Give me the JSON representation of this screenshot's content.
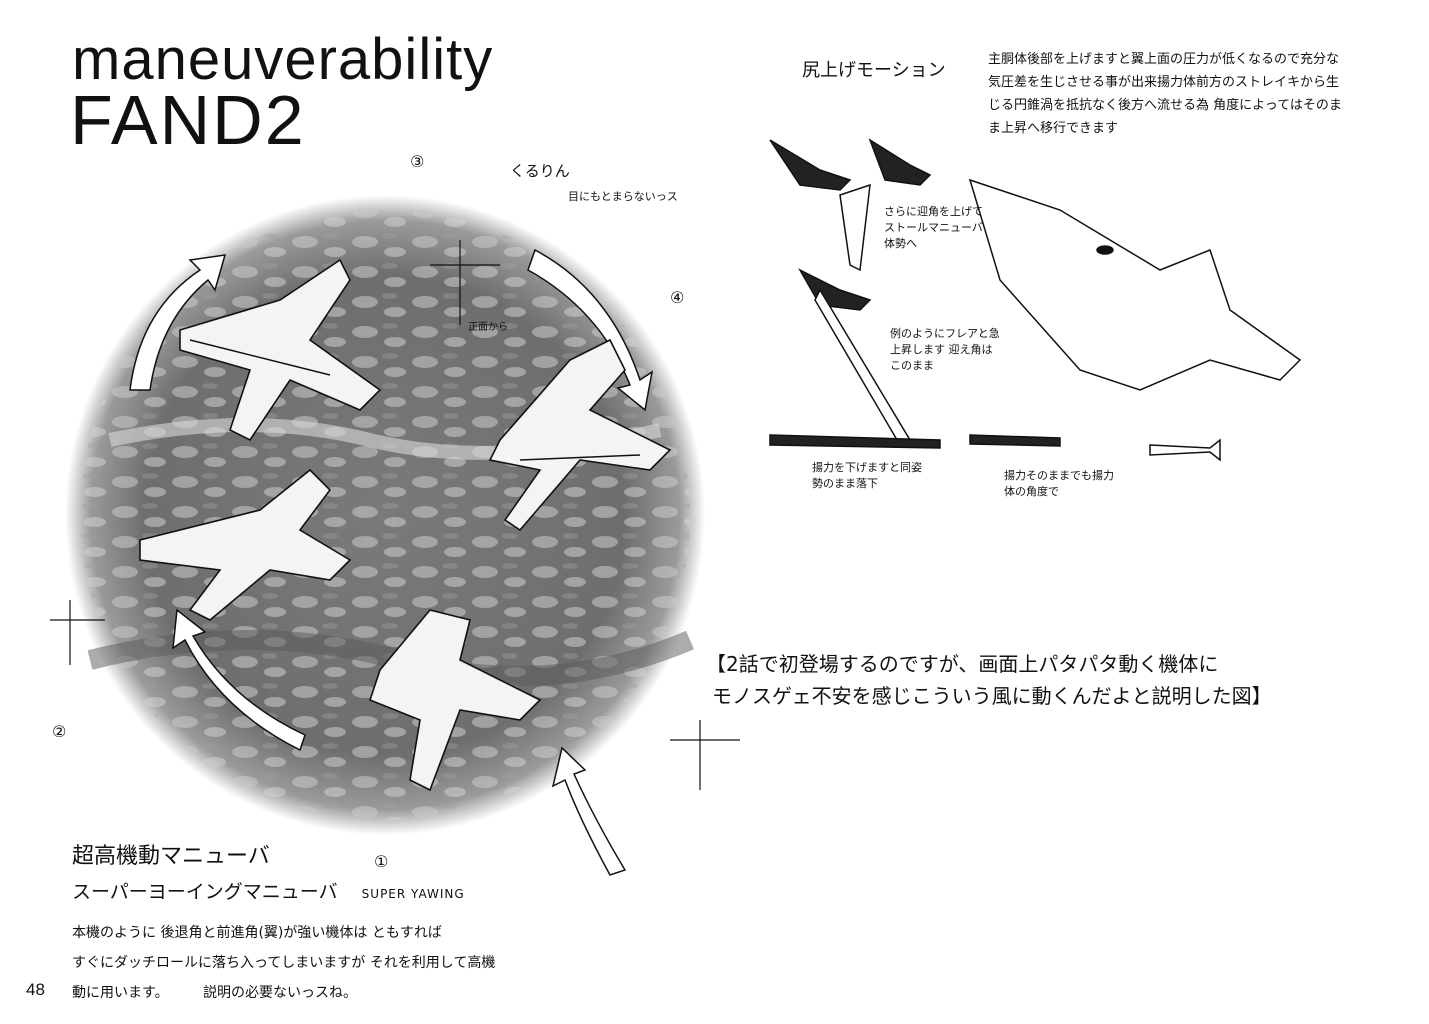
{
  "header": {
    "title_line1": "maneuverability",
    "title_line2": "FAND2"
  },
  "stall_motion": {
    "heading": "尻上げモーション",
    "body": "主胴体後部を上げますと翼上面の圧力が低くなるので充分な気圧差を生じさせる事が出来揚力体前方のストレイキから生じる円錐渦を抵抗なく後方へ流せる為 角度によってはそのまま上昇へ移行できます",
    "note_stall": "さらに迎角を上げてストールマニューバ体勢へ",
    "note_flare": "例のようにフレアと急上昇します 迎え角はこのまま",
    "note_lower": "揚力を下げますと同姿勢のまま落下",
    "note_same": "揚力そのままでも揚力体の角度で"
  },
  "circle_labels": {
    "kururin": "くるりん",
    "kururin_sub": "目にもとまらないっス",
    "front_view": "正面から",
    "n1": "①",
    "n2": "②",
    "n3": "③",
    "n4": "④"
  },
  "caption": {
    "line1": "【2話で初登場するのですが、画面上パタパタ動く機体に",
    "line2": "モノスゲェ不安を感じこういう風に動くんだよと説明した図】"
  },
  "bottom_notes": {
    "title": "超高機動マニューバ",
    "subtitle": "スーパーヨーイングマニューバ",
    "latin": "SUPER YAWING",
    "body_line1": "本機のように 後退角と前進角(翼)が強い機体は ともすれば",
    "body_line2": "すぐにダッチロールに落ち入ってしまいますが それを利用して高機",
    "body_line3": "動に用います。",
    "body_aside": "説明の必要ないっスね。"
  },
  "page": {
    "number": "48"
  }
}
